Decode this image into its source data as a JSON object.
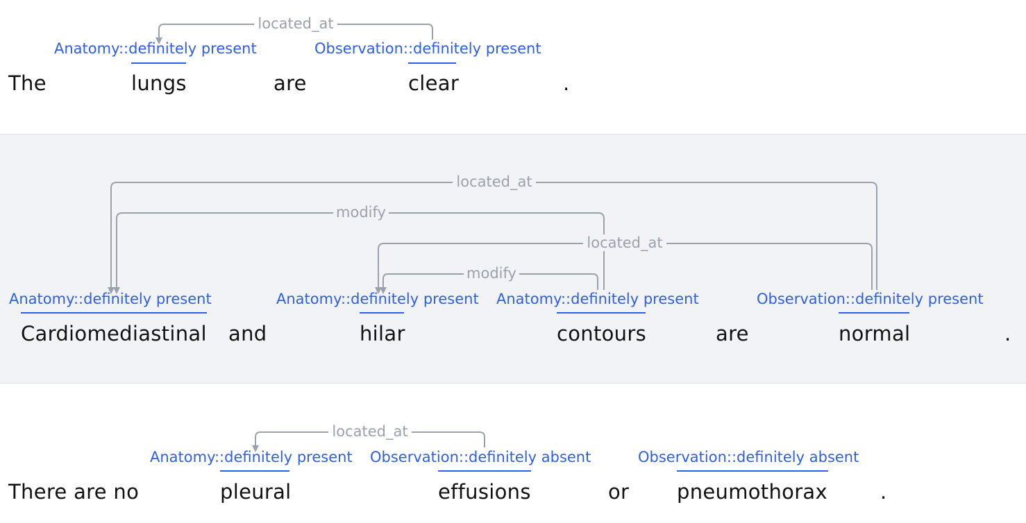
{
  "sentences": [
    {
      "tokens": [
        "The",
        "lungs",
        "are",
        "clear",
        "."
      ],
      "labels": [
        "Anatomy::definitely present",
        "Observation::definitely present"
      ],
      "relations": [
        "located_at"
      ]
    },
    {
      "tokens": [
        "Cardiomediastinal",
        "and",
        "hilar",
        "contours",
        "are",
        "normal",
        "."
      ],
      "labels": [
        "Anatomy::definitely present",
        "Anatomy::definitely present",
        "Anatomy::definitely present",
        "Observation::definitely present"
      ],
      "relations": [
        "located_at",
        "modify",
        "located_at",
        "modify"
      ]
    },
    {
      "tokens": [
        "There are no",
        "pleural",
        "effusions",
        "or",
        "pneumothorax",
        "."
      ],
      "labels": [
        "Anatomy::definitely present",
        "Observation::definitely absent",
        "Observation::definitely absent"
      ],
      "relations": [
        "located_at"
      ]
    }
  ],
  "colors": {
    "entity_label": "#2f5ee6",
    "relation_arc": "#9aa1ab",
    "band_background": "#f2f3f7"
  }
}
